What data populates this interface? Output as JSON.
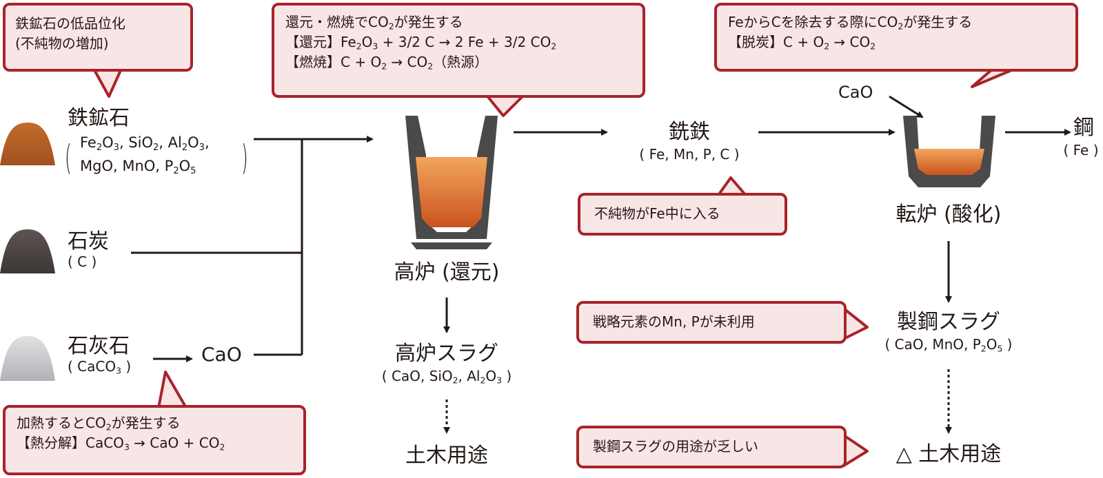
{
  "callouts": {
    "ore_degradation": {
      "line1": "鉄鉱石の低品位化",
      "line2": "(不純物の増加)"
    },
    "blast_furnace_co2": {
      "line1_pre": "還元・燃焼でCO",
      "line1_sub": "2",
      "line1_post": "が発生する",
      "reduce_label": "【還元】",
      "reduce_a": "Fe",
      "reduce_a_sub1": "2",
      "reduce_b": "O",
      "reduce_b_sub": "3",
      "reduce_c": " + 3/2 C → 2 Fe + 3/2 CO",
      "reduce_c_sub": "2",
      "burn_label": "【燃焼】",
      "burn_a": "C + O",
      "burn_a_sub": "2",
      "burn_b": " → CO",
      "burn_b_sub": "2",
      "burn_c": "（熱源）"
    },
    "decarb_co2": {
      "line1_pre": "FeからCを除去する際にCO",
      "line1_sub": "2",
      "line1_post": "が発生する",
      "label": "【脱炭】",
      "eq_a": "C + O",
      "eq_a_sub": "2",
      "eq_b": " → CO",
      "eq_b_sub": "2"
    },
    "impurity": {
      "text": "不純物がFe中に入る"
    },
    "strategic": {
      "text": "戦略元素のMn, Pが未利用"
    },
    "slag_use": {
      "text": "製鋼スラグの用途が乏しい"
    },
    "calcination": {
      "line1_pre": "加熱するとCO",
      "line1_sub": "2",
      "line1_post": "が発生する",
      "label": "【熱分解】",
      "eq_a": "CaCO",
      "eq_a_sub": "3",
      "eq_b": " → CaO + CO",
      "eq_b_sub": "2"
    }
  },
  "materials": {
    "iron_ore": {
      "name": "鉄鉱石",
      "f1": "Fe",
      "f1s": "2",
      "f2": "O",
      "f2s": "3",
      "f3": ", SiO",
      "f3s": "2",
      "f4": ", Al",
      "f4s": "2",
      "f5": "O",
      "f5s": "3",
      "f6": ",",
      "g1": "MgO, MnO, P",
      "g1s": "2",
      "g2": "O",
      "g2s": "5",
      "color": "#b5602a"
    },
    "coal": {
      "name": "石炭",
      "formula": "( C )",
      "color": "#4e4846"
    },
    "limestone": {
      "name": "石灰石",
      "formula_a": "( CaCO",
      "formula_sub": "3",
      "formula_b": " )",
      "color": "#c8c9cb"
    },
    "cao": {
      "name": "CaO"
    }
  },
  "process": {
    "blast_furnace": {
      "name": "高炉 (還元)"
    },
    "bf_slag": {
      "name": "高炉スラグ",
      "f_a": "( CaO, SiO",
      "f_a_sub": "2",
      "f_b": ", Al",
      "f_b_sub": "2",
      "f_c": "O",
      "f_c_sub": "3",
      "f_d": " )"
    },
    "bf_use": {
      "name": "土木用途"
    },
    "pig_iron": {
      "name": "銑鉄",
      "formula": "( Fe, Mn, P, C )"
    },
    "converter": {
      "name": "転炉 (酸化)",
      "cao_input": "CaO"
    },
    "steel": {
      "name": "鋼",
      "formula": "( Fe )"
    },
    "steel_slag": {
      "name": "製鋼スラグ",
      "f_a": "( CaO, MnO, P",
      "f_a_sub": "2",
      "f_b": "O",
      "f_b_sub": "5",
      "f_c": " )"
    },
    "steel_use": {
      "name": "△ 土木用途"
    }
  },
  "colors": {
    "accent": "#a9232a",
    "callout_bg": "#f8e6e6",
    "furnace": "#4a4a4a",
    "melt": "#d9692a"
  }
}
